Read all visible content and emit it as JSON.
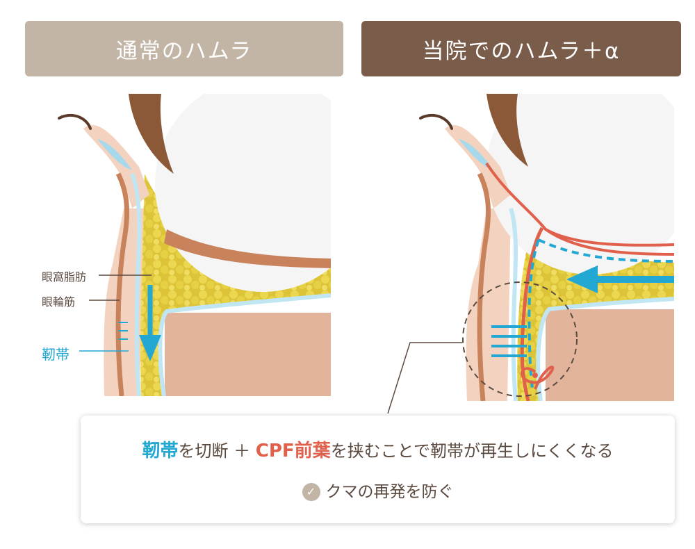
{
  "tabs": {
    "left_title": "通常のハムラ",
    "right_title": "当院でのハムラ＋α"
  },
  "labels": {
    "orbital_fat": "眼窩脂肪",
    "orbicularis_muscle": "眼輪筋",
    "ligament": "靭帯"
  },
  "caption": {
    "part1_highlight": "靭帯",
    "part2": "を切断 ＋ ",
    "part3_highlight": "CPF前葉",
    "part4": "を挟むことで靭帯が再生しにくくなる",
    "line2_icon": "check-icon",
    "line2": "クマの再発を防ぐ"
  },
  "colors": {
    "tab_left": "#c3b5a5",
    "tab_right": "#7a5c4a",
    "ligament_blue": "#22a8d2",
    "cpf_red": "#e0604c",
    "fat_yellow": "#e2cd3e",
    "skin": "#f3d3c0",
    "muscle": "#c8825c",
    "bone": "#e3b49c"
  }
}
